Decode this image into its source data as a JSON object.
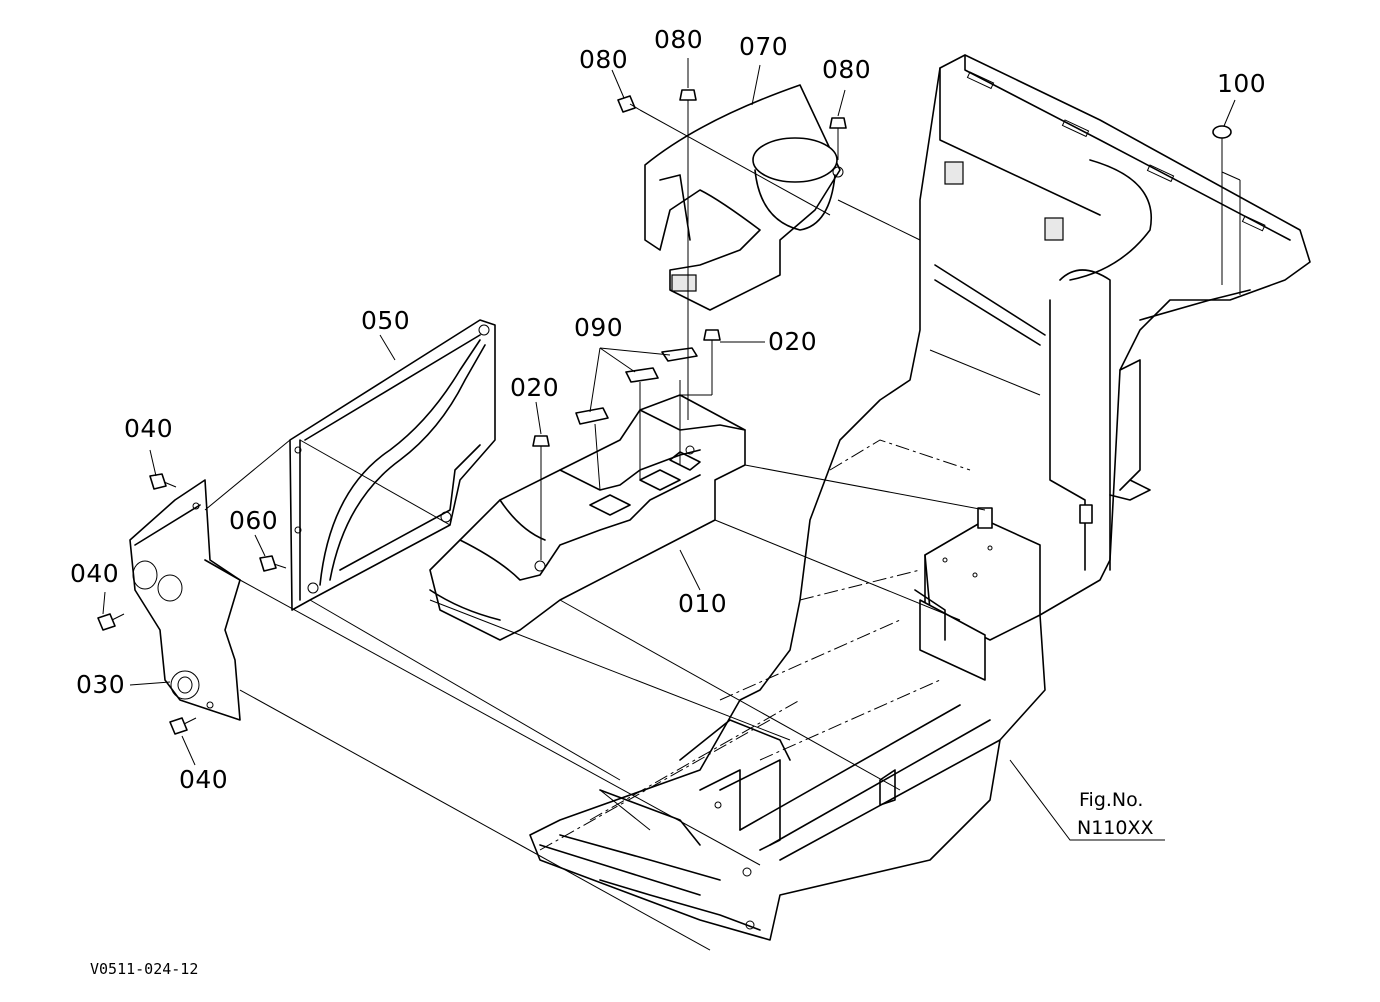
{
  "labels": {
    "p010": "010",
    "p020a": "020",
    "p020b": "020",
    "p030": "030",
    "p040a": "040",
    "p040b": "040",
    "p040c": "040",
    "p050": "050",
    "p060": "060",
    "p070": "070",
    "p080a": "080",
    "p080b": "080",
    "p080c": "080",
    "p090": "090",
    "p100": "100"
  },
  "figure": {
    "fig_caption": "Fig.No.",
    "fig_number": "N110XX"
  },
  "doc_code": "V0511-024-12"
}
